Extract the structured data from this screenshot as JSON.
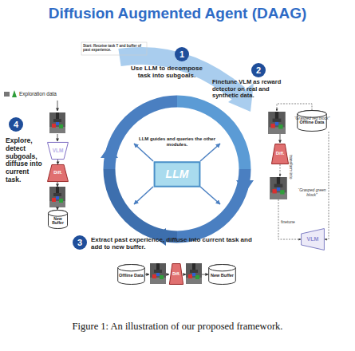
{
  "diagram": {
    "title": "Diffusion Augmented Agent (DAAG)",
    "caption": "Figure 1: An illustration of our proposed framework.",
    "nodes": [
      {
        "text": [
          "LLM"
        ]
      },
      {
        "text": [
          "Offline Data"
        ]
      },
      {
        "text": [
          "Diff."
        ]
      },
      {
        "text": [
          "VLM"
        ]
      },
      {
        "text": [
          "VLM"
        ]
      },
      {
        "text": [
          "Diff."
        ]
      },
      {
        "text": [
          "New Buffer"
        ]
      },
      {
        "text": [
          "Offline Data"
        ]
      },
      {
        "text": [
          "Diff."
        ]
      },
      {
        "text": [
          "New Buffer"
        ]
      }
    ],
    "edges": [
      {
        "from": 4,
        "to": 5,
        "arrow": "to"
      }
    ],
    "labels": [
      "Start: Receive task T and buffer of past experience.",
      "1",
      "Use LLM to decompose task into subgoals.",
      "2",
      "Finetune VLM as reward detector on real and synthetic data.",
      "Exploration data",
      "4",
      "Explore, detect subgoals, diffuse into current task.",
      "LLM guides and queries the other modules.",
      "“Grasped red block”",
      "transform into",
      "“Grasped green block”",
      "finetune",
      "3",
      "Extract past experience, diffuse into current task and add to new buffer."
    ]
  }
}
